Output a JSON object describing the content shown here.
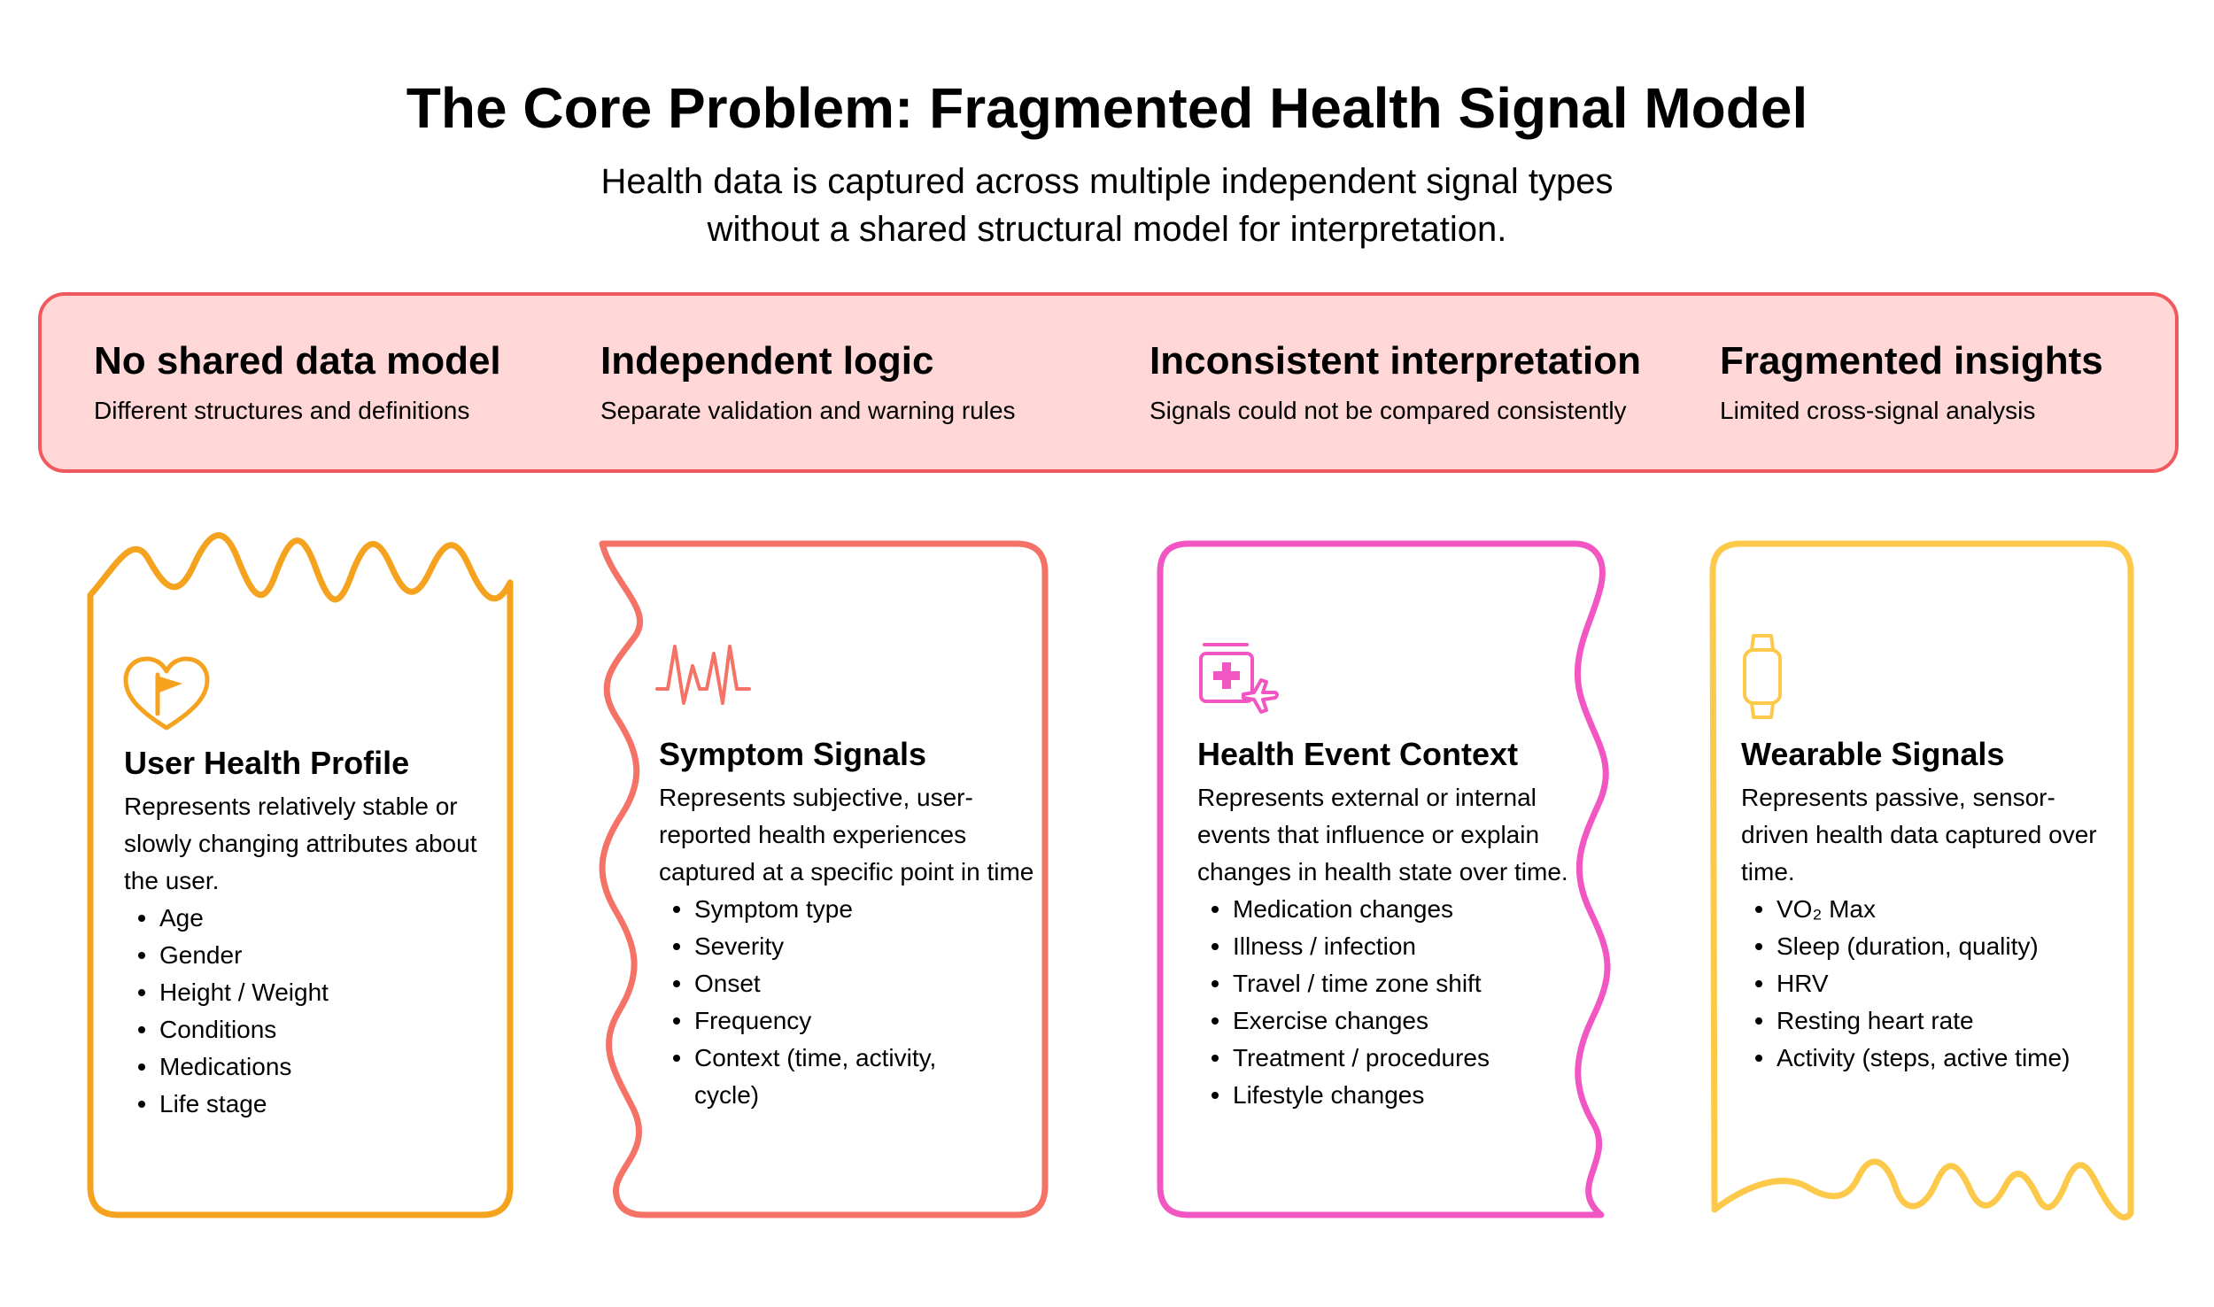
{
  "header": {
    "title": "The Core Problem: Fragmented Health Signal Model",
    "subtitle_line1": "Health data is captured across multiple independent signal types",
    "subtitle_line2": "without a shared structural model for interpretation."
  },
  "problems": [
    {
      "heading": "No shared data model",
      "description": "Different structures and definitions"
    },
    {
      "heading": "Independent logic",
      "description": "Separate validation and warning rules"
    },
    {
      "heading": "Inconsistent interpretation",
      "description": "Signals could not be compared consistently"
    },
    {
      "heading": "Fragmented insights",
      "description": "Limited cross-signal analysis"
    }
  ],
  "cards": [
    {
      "title": "User Health Profile",
      "description": "Represents relatively stable or slowly changing attributes about the user.",
      "items": [
        "Age",
        "Gender",
        "Height / Weight",
        "Conditions",
        "Medications",
        "Life stage"
      ],
      "color": "#f5a21e",
      "icon": "heart-flag-icon"
    },
    {
      "title": "Symptom Signals",
      "description": "Represents subjective, user-reported health experiences captured at a specific point in time",
      "items": [
        "Symptom type",
        "Severity",
        "Onset",
        "Frequency",
        "Context (time, activity, cycle)"
      ],
      "color": "#f47266",
      "icon": "pulse-waveform-icon"
    },
    {
      "title": "Health Event Context",
      "description": "Represents external or internal events that influence or explain changes in health state over time.",
      "items": [
        "Medication changes",
        "Illness / infection",
        "Travel / time zone shift",
        "Exercise changes",
        "Treatment / procedures",
        "Lifestyle changes"
      ],
      "color": "#f256c3",
      "icon": "medical-travel-icon"
    },
    {
      "title": "Wearable Signals",
      "description": "Represents passive, sensor-driven health data captured over time.",
      "items": [
        "VO₂ Max",
        "Sleep (duration, quality)",
        "HRV",
        "Resting heart rate",
        "Activity (steps, active time)"
      ],
      "color": "#fcc94a",
      "icon": "smartwatch-icon"
    }
  ],
  "colors": {
    "banner_fill": "#ffd7d7",
    "banner_border": "#f05a5f"
  }
}
